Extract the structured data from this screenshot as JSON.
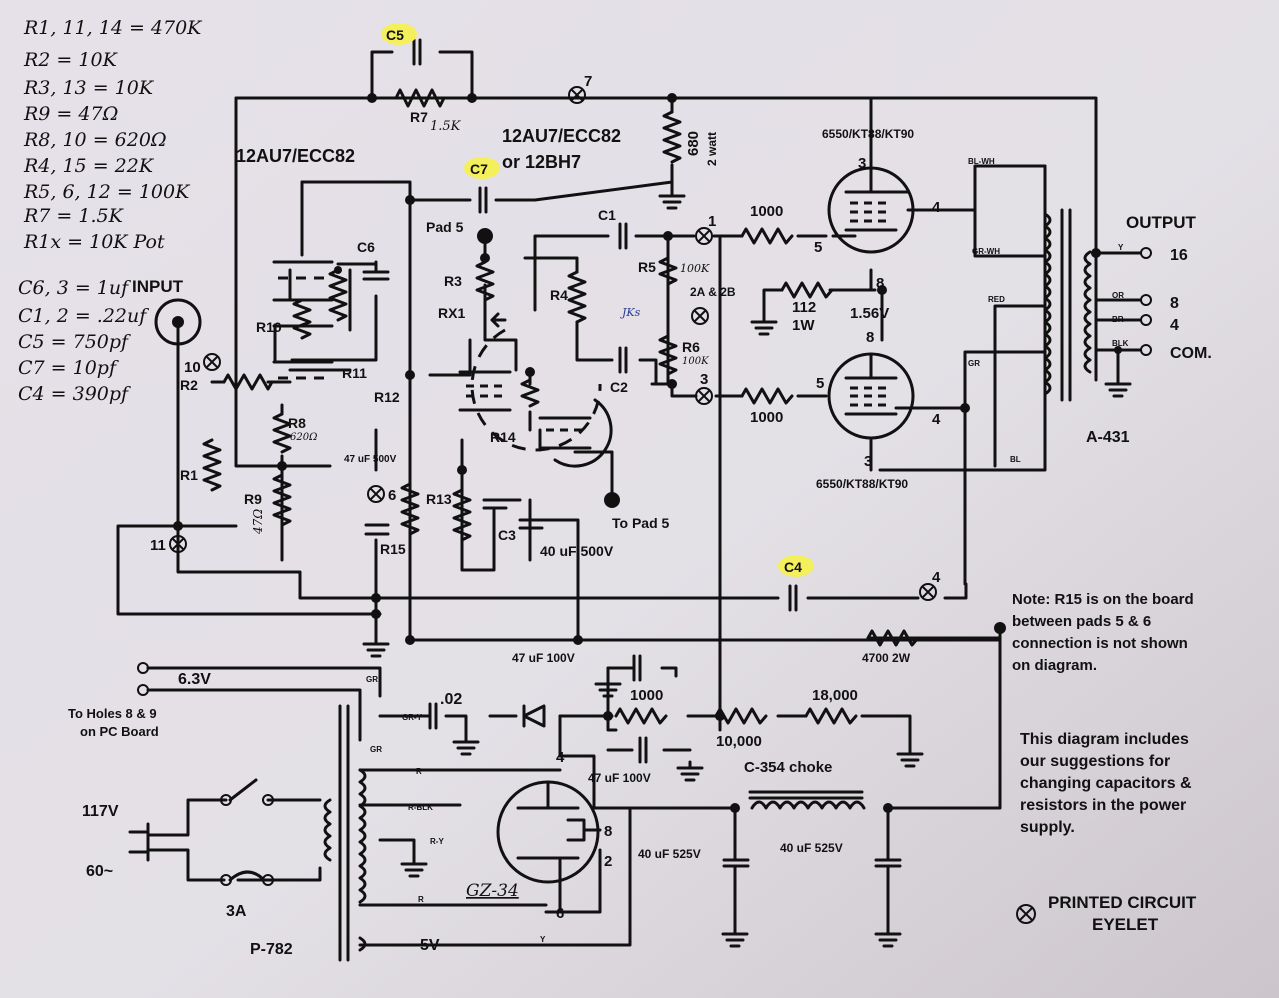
{
  "notes": {
    "values": [
      "R1, 11, 14 = 470K",
      "R2 = 10K",
      "R3, 13 = 10K",
      "R9 = 47Ω",
      "R8, 10 = 620Ω",
      "R4, 15 = 22K",
      "R5, 6, 12 = 100K",
      "R7 = 1.5K",
      "R1x = 10K Pot",
      "C6, 3 = 1uf",
      "C1, 2 = .22uf",
      "C5 = 750pf",
      "C7 = 10pf",
      "C4 = 390pf"
    ]
  },
  "tubes": {
    "driver_left": "12AU7/ECC82",
    "driver_right_1": "12AU7/ECC82",
    "driver_right_2": "or 12BH7",
    "power_top": "6550/KT88/KT90",
    "power_bottom": "6550/KT88/KT90",
    "rectifier": "GZ-34"
  },
  "labels": {
    "input": "INPUT",
    "output": "OUTPUT",
    "tap16": "16",
    "tap8": "8",
    "tap4": "4",
    "com": "COM.",
    "transformer": "A-431",
    "power_transformer": "P-782",
    "choke": "C-354 choke",
    "to_pad5": "To Pad 5",
    "pad5": "Pad 5",
    "v117": "117V",
    "hz60": "60~",
    "fuse": "3A",
    "heater": "6.3V",
    "heater_5v": "5V",
    "to_holes": "To Holes 8 & 9",
    "on_pc": "on PC Board",
    "c02": ".02",
    "twa": "2 watt",
    "ohm680": "680",
    "v156": "1.56V",
    "r112": "112",
    "r1w": "1W",
    "r1000a": "1000",
    "r1000b": "1000",
    "r1000c": "1000",
    "r10000": "10,000",
    "r18000": "18,000",
    "r4700": "4700 2W",
    "c47_500": "47 uF 500V",
    "c40_500": "40 uF 500V",
    "c47_100a": "47 uF 100V",
    "c47_100b": "47 uF 100V",
    "c40_525a": "40 uF 525V",
    "c40_525b": "40 uF 525V",
    "ab": "2A & 2B",
    "r5note": "100K",
    "r6note": "100K",
    "r7note": "1.5K",
    "r8note": "620Ω",
    "r9note": "47Ω",
    "sig": "JKs"
  },
  "parts": {
    "C5": "C5",
    "C7": "C7",
    "C4": "C4",
    "C6": "C6",
    "C1": "C1",
    "C2": "C2",
    "C3": "C3",
    "R1": "R1",
    "R2": "R2",
    "R3": "R3",
    "R4": "R4",
    "R5": "R5",
    "R6": "R6",
    "R7": "R7",
    "R8": "R8",
    "R9": "R9",
    "R10": "R10",
    "R11": "R11",
    "R12": "R12",
    "R13": "R13",
    "R14": "R14",
    "R15": "R15",
    "RX1": "RX1"
  },
  "pins": {
    "p3a": "3",
    "p4a": "4",
    "p5a": "5",
    "p8a": "8",
    "p8b": "8",
    "p5b": "5",
    "p4b": "4",
    "p3b": "3",
    "r4": "4",
    "r8": "8",
    "r2": "2",
    "r6": "6"
  },
  "eyelets": {
    "e1": "1",
    "e3": "3",
    "e4": "4",
    "e6": "6",
    "e7": "7",
    "e10": "10",
    "e11": "11"
  },
  "wires": {
    "blwh": "BL-WH",
    "grwh": "GR-WH",
    "red": "RED",
    "gr": "GR",
    "bl": "BL",
    "y": "Y",
    "or": "OR",
    "br": "BR",
    "blk": "BLK",
    "grA": "GR",
    "grB": "GR",
    "gry": "GR-Y",
    "r1": "R",
    "rblk": "R-BLK",
    "ry": "R-Y",
    "r2": "R",
    "y2": "Y"
  },
  "note": {
    "r15": [
      "Note: R15 is on the board",
      "between pads 5 & 6",
      "connection is not shown",
      "on diagram."
    ],
    "supply": [
      "This diagram includes",
      "our suggestions for",
      "changing capacitors &",
      "resistors in the power",
      "supply."
    ]
  },
  "legend": {
    "line1": "PRINTED CIRCUIT",
    "line2": "EYELET"
  }
}
